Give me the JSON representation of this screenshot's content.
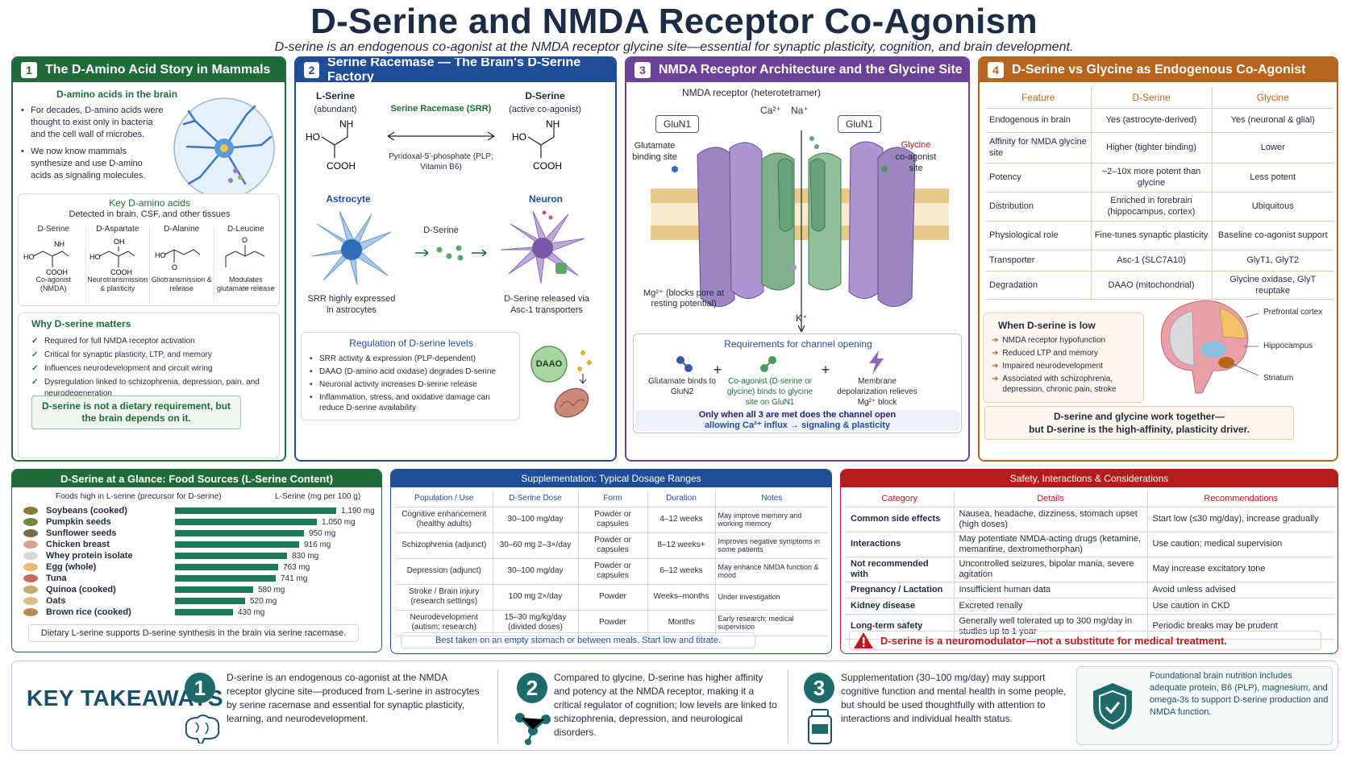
{
  "header": {
    "title": "D-Serine and NMDA Receptor Co-Agonism",
    "subtitle": "D-serine is an endogenous co-agonist at the NMDA receptor glycine site—essential for synaptic plasticity, cognition, and brain development."
  },
  "p1": {
    "num": "1",
    "title": "The D-Amino Acid Story in Mammals",
    "sub": "D-amino acids in the brain",
    "bullets": [
      "For decades, D-amino acids were thought to exist only in bacteria and the cell wall of microbes.",
      "We now know mammals synthesize and use D-amino acids as signaling molecules."
    ],
    "key_title": "Key D-amino acids",
    "key_sub": "Detected in brain, CSF, and other tissues",
    "acids": [
      {
        "name": "D-Serine",
        "role": "Co-agonist (NMDA)",
        "g1": "NH",
        "g2": "HO",
        "g3": "COOH"
      },
      {
        "name": "D-Aspartate",
        "role": "Neurotransmission & plasticity",
        "g1": "OH",
        "g2": "HO",
        "g3": "COOH"
      },
      {
        "name": "D-Alanine",
        "role": "Gliotransmission & release",
        "g1": "",
        "g2": "HO",
        "g3": "O"
      },
      {
        "name": "D-Leucine",
        "role": "Modulates glutamate release",
        "g1": "O",
        "g2": "",
        "g3": ""
      }
    ],
    "why_title": "Why D-serine matters",
    "why": [
      "Required for full NMDA receptor activation",
      "Critical for synaptic plasticity, LTP, and memory",
      "Influences neurodevelopment and circuit wiring",
      "Dysregulation linked to schizophrenia, depression, pain, and neurodegeneration"
    ],
    "callout": "D-serine is not a dietary requirement, but the brain depends on it."
  },
  "p2": {
    "num": "2",
    "title": "Serine Racemase — The Brain's D-Serine Factory",
    "left_name": "L-Serine",
    "left_sub": "(abundant)",
    "right_name": "D-Serine",
    "right_sub": "(active co-agonist)",
    "enzyme": "Serine Racemase (SRR)",
    "cofactor": "Pyridoxal-5'-phosphate (PLP; Vitamin B6)",
    "mol_ho": "HO",
    "mol_nh2": "NH",
    "mol_cooh": "COOH",
    "astrocyte": "Astrocyte",
    "neuron": "Neuron",
    "dserine": "D-Serine",
    "astro_note": "SRR highly expressed in astrocytes",
    "neuron_note": "D-Serine released via Asc-1 transporters",
    "reg_title": "Regulation of D-serine levels",
    "reg": [
      "SRR activity & expression (PLP-dependent)",
      "DAAO (D-amino acid oxidase) degrades D-serine",
      "Neuronal activity increases D-serine release",
      "Inflammation, stress, and oxidative damage can reduce D-serine availability"
    ],
    "daao": "DAAO"
  },
  "p3": {
    "num": "3",
    "title": "NMDA Receptor Architecture and the Glycine Site",
    "receptor": "NMDA receptor (heterotetramer)",
    "glun1_left": "GluN1",
    "glun1_right": "GluN1",
    "ca": "Ca²⁺",
    "na": "Na⁺",
    "glu_site": "Glutamate binding site",
    "gly_site_a": "Glycine",
    "gly_site_b": "co-agonist site",
    "mg": "Mg²⁺ (blocks pore at resting potential)",
    "k": "K⁺",
    "req_title": "Requirements for channel opening",
    "req": [
      "Glutamate binds to GluN2",
      "Co-agonist (D-serine or glycine) binds to glycine site on GluN1",
      "Membrane depolarization relieves Mg²⁺ block"
    ],
    "plus": "+",
    "footer_a": "Only when all 3 are met does the channel open",
    "footer_b": "allowing Ca²⁺ influx → signaling & plasticity",
    "colors": {
      "glun1": "#9b86c2",
      "glun2": "#7fb08a",
      "membrane": "#e8c98a"
    }
  },
  "p4": {
    "num": "4",
    "title": "D-Serine vs Glycine as Endogenous Co-Agonist",
    "cols": [
      "Feature",
      "D-Serine",
      "Glycine"
    ],
    "rows": [
      [
        "Endogenous in brain",
        "Yes (astrocyte-derived)",
        "Yes (neuronal & glial)"
      ],
      [
        "Affinity for NMDA glycine site",
        "Higher (tighter binding)",
        "Lower"
      ],
      [
        "Potency",
        "~2–10x more potent than glycine",
        "Less potent"
      ],
      [
        "Distribution",
        "Enriched in forebrain (hippocampus, cortex)",
        "Ubiquitous"
      ],
      [
        "Physiological role",
        "Fine-tunes synaptic plasticity",
        "Baseline co-agonist support"
      ],
      [
        "Transporter",
        "Asc-1 (SLC7A10)",
        "GlyT1, GlyT2"
      ],
      [
        "Degradation",
        "DAAO (mitochondrial)",
        "Glycine oxidase, GlyT reuptake"
      ]
    ],
    "low_title": "When D-serine is low",
    "low": [
      "NMDA receptor hypofunction",
      "Reduced LTP and memory",
      "Impaired neurodevelopment",
      "Associated with schizophrenia, depression, chronic pain, stroke"
    ],
    "brain_labels": [
      "Prefrontal cortex",
      "Hippocampus",
      "Striatum"
    ],
    "callout_a": "D-serine and glycine work together—",
    "callout_b": "but D-serine is the high-affinity, plasticity driver."
  },
  "food": {
    "title": "D-Serine at a Glance: Food Sources (L-Serine Content)",
    "col_a": "Foods high in L-serine (precursor for D-serine)",
    "col_b": "L-Serine (mg per 100 g)",
    "unit": "mg",
    "items": [
      {
        "name": "Soybeans (cooked)",
        "value": 1190,
        "label": "1,190 mg",
        "color": "#8a7a3a"
      },
      {
        "name": "Pumpkin seeds",
        "value": 1050,
        "label": "1,050 mg",
        "color": "#6b8a3a"
      },
      {
        "name": "Sunflower seeds",
        "value": 950,
        "label": "950 mg",
        "color": "#7a6a4a"
      },
      {
        "name": "Chicken breast",
        "value": 916,
        "label": "916 mg",
        "color": "#d9a08a"
      },
      {
        "name": "Whey protein isolate",
        "value": 830,
        "label": "830 mg",
        "color": "#d8d8d8"
      },
      {
        "name": "Egg (whole)",
        "value": 763,
        "label": "763 mg",
        "color": "#e8b86a"
      },
      {
        "name": "Tuna",
        "value": 741,
        "label": "741 mg",
        "color": "#c96a5a"
      },
      {
        "name": "Quinoa (cooked)",
        "value": 580,
        "label": "580 mg",
        "color": "#c9a96a"
      },
      {
        "name": "Oats",
        "value": 520,
        "label": "520 mg",
        "color": "#d9c08a"
      },
      {
        "name": "Brown rice (cooked)",
        "value": 430,
        "label": "430 mg",
        "color": "#b98a5a"
      }
    ],
    "note": "Dietary L-serine supports D-serine synthesis in the brain via serine racemase."
  },
  "dose": {
    "title": "Supplementation: Typical Dosage Ranges",
    "cols": [
      "Population / Use",
      "D-Serine Dose",
      "Form",
      "Duration",
      "Notes"
    ],
    "rows": [
      [
        "Cognitive enhancement (healthy adults)",
        "30–100 mg/day",
        "Powder or capsules",
        "4–12 weeks",
        "May improve memory and working memory"
      ],
      [
        "Schizophrenia (adjunct)",
        "30–60 mg 2–3×/day",
        "Powder or capsules",
        "8–12 weeks+",
        "Improves negative symptoms in some patients"
      ],
      [
        "Depression (adjunct)",
        "30–100 mg/day",
        "Powder or capsules",
        "6–12 weeks",
        "May enhance NMDA function & mood"
      ],
      [
        "Stroke / Brain injury (research settings)",
        "100 mg 2×/day",
        "Powder",
        "Weeks–months",
        "Under investigation"
      ],
      [
        "Neurodevelopment (autism; research)",
        "15–30 mg/kg/day (divided doses)",
        "Powder",
        "Months",
        "Early research; medical supervision"
      ]
    ],
    "note": "Best taken on an empty stomach or between meals. Start low and titrate."
  },
  "safety": {
    "title": "Safety, Interactions & Considerations",
    "cols": [
      "Category",
      "Details",
      "Recommendations"
    ],
    "rows": [
      [
        "Common side effects",
        "Nausea, headache, dizziness, stomach upset (high doses)",
        "Start low (≤30 mg/day), increase gradually"
      ],
      [
        "Interactions",
        "May potentiate NMDA-acting drugs (ketamine, memantine, dextromethorphan)",
        "Use caution; medical supervision"
      ],
      [
        "Not recommended with",
        "Uncontrolled seizures, bipolar mania, severe agitation",
        "May increase excitatory tone"
      ],
      [
        "Pregnancy / Lactation",
        "Insufficient human data",
        "Avoid unless advised"
      ],
      [
        "Kidney disease",
        "Excreted renally",
        "Use caution in CKD"
      ],
      [
        "Long-term safety",
        "Generally well tolerated up to 300 mg/day in studies up to 1 year",
        "Periodic breaks may be prudent"
      ]
    ],
    "warning": "D-serine is a neuromodulator—not a substitute for medical treatment."
  },
  "takeaways": {
    "title": "KEY TAKEAWAYS",
    "items": [
      {
        "num": "1",
        "text": "D-serine is an endogenous co-agonist at the NMDA receptor glycine site—produced from L-serine in astrocytes by serine racemase and essential for synaptic plasticity, learning, and neurodevelopment."
      },
      {
        "num": "2",
        "text": "Compared to glycine, D-serine has higher affinity and potency at the NMDA receptor, making it a critical regulator of cognition; low levels are linked to schizophrenia, depression, and neurological disorders."
      },
      {
        "num": "3",
        "text": "Supplementation (30–100 mg/day) may support cognitive function and mental health in some people, but should be used thoughtfully with attention to interactions and individual health status."
      }
    ],
    "side": "Foundational brain nutrition includes adequate protein, B6 (PLP), magnesium, and omega-3s to support D-serine production and NMDA function."
  }
}
